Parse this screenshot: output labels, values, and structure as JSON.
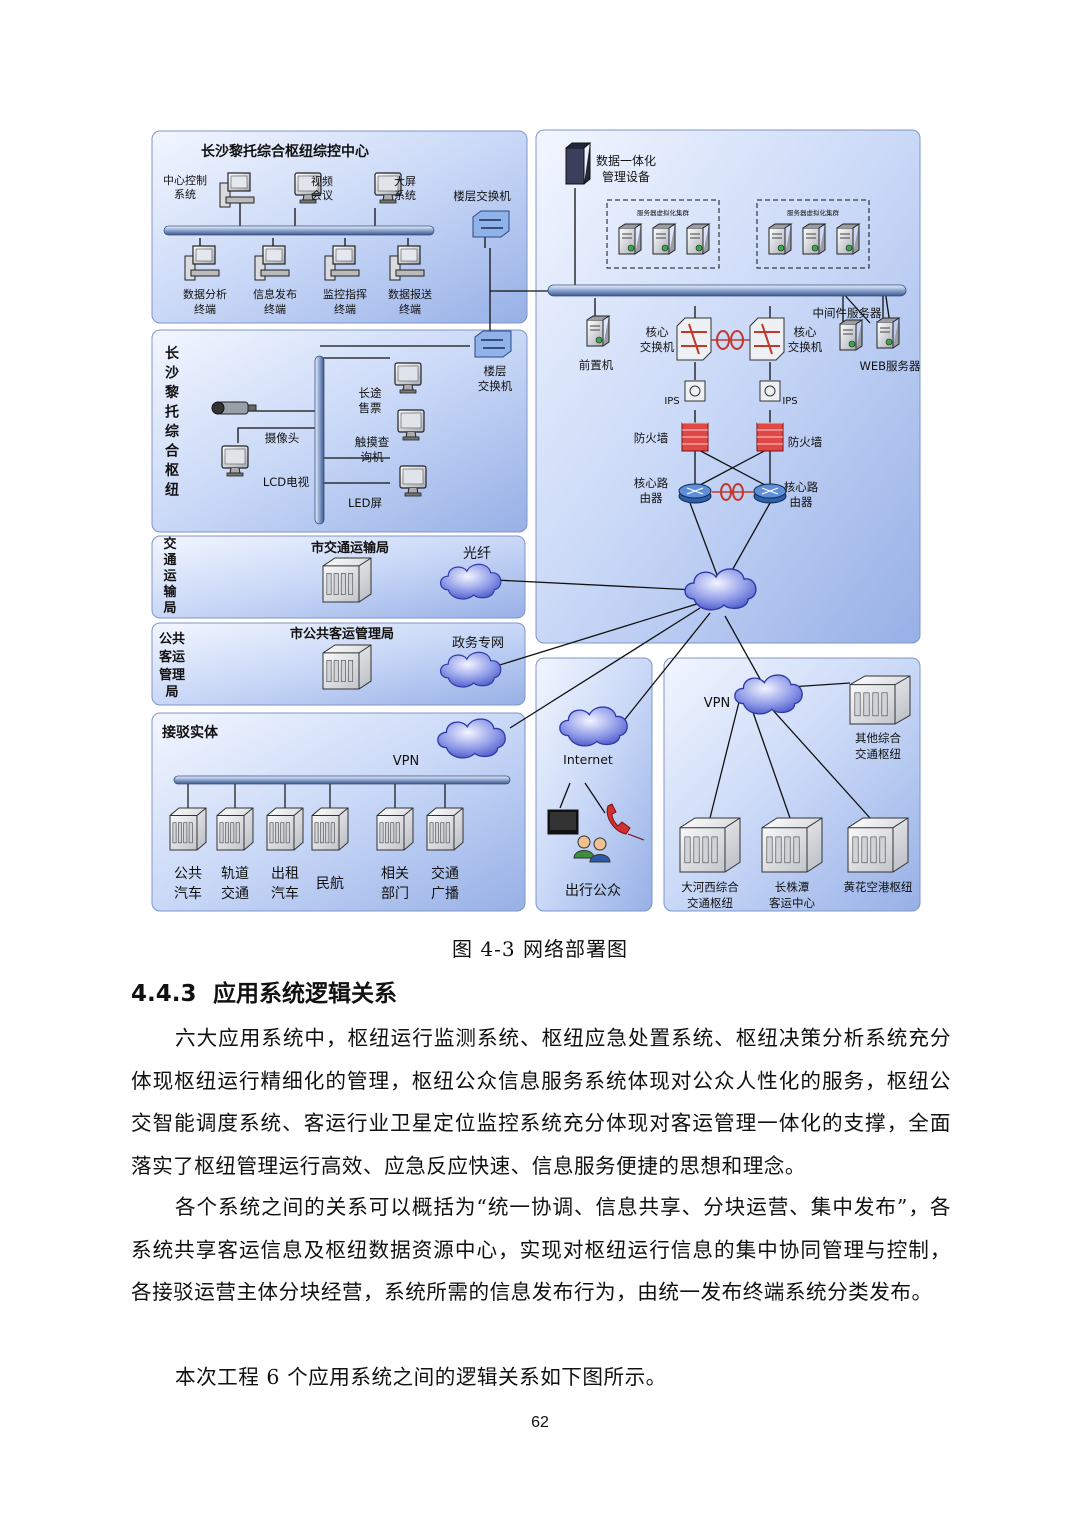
{
  "figure": {
    "caption": "图 4-3 网络部署图",
    "panels": {
      "control_center": {
        "title": "长沙黎托综合枢纽综控中心",
        "top_devices": [
          "中心控制\n系统",
          "视频\n会议",
          "大屏\n系统"
        ],
        "bottom_devices": [
          "数据分析\n终端",
          "信息发布\n终端",
          "监控指挥\n终端",
          "数据报送\n终端"
        ],
        "switch": "楼层交换机"
      },
      "hub": {
        "title": "长沙黎托综合枢纽",
        "switch": "楼层\n交换机",
        "devices": [
          "长途\n售票",
          "触摸查\n询机",
          "LED屏",
          "摄像头",
          "LCD电视"
        ]
      },
      "transport_bureau": {
        "title": "交通运输局",
        "label": "市交通运输局",
        "cloud": "光纤"
      },
      "passenger_bureau": {
        "title": "公共客运管理局",
        "label": "市公共客运管理局",
        "cloud": "政务专网"
      },
      "connect": {
        "title": "接驳实体",
        "cloud": "VPN",
        "entities": [
          "公共\n汽车",
          "轨道\n交通",
          "出租\n汽车",
          "民航",
          "相关\n部门",
          "交通\n广播"
        ]
      },
      "datacenter": {
        "storage": "数据一体化\n管理设备",
        "cluster_label": "服务器虚拟化集群",
        "front_server": "前置机",
        "core_switch": "核心\n交换机",
        "ips": "IPS",
        "firewall": "防火墙",
        "router": "核心路\n由器",
        "middleware": "中间件服务器",
        "web": "WEB服务器"
      },
      "public": {
        "cloud": "Internet",
        "label": "出行公众"
      },
      "other_hubs": {
        "cloud": "VPN",
        "other": "其他综合\n交通枢纽",
        "hubs": [
          "大河西综合\n交通枢纽",
          "长株潭\n客运中心",
          "黄花空港枢纽"
        ]
      }
    }
  },
  "section": {
    "number": "4.4.3",
    "title": "应用系统逻辑关系"
  },
  "paragraphs": [
    "六大应用系统中，枢纽运行监测系统、枢纽应急处置系统、枢纽决策分析系统充分体现枢纽运行精细化的管理，枢纽公众信息服务系统体现对公众人性化的服务，枢纽公交智能调度系统、客运行业卫星定位监控系统充分体现对客运管理一体化的支撑，全面落实了枢纽管理运行高效、应急反应快速、信息服务便捷的思想和理念。",
    "各个系统之间的关系可以概括为“统一协调、信息共享、分块运营、集中发布”，各系统共享客运信息及枢纽数据资源中心，实现对枢纽运行信息的集中协同管理与控制，各接驳运营主体分块经营，系统所需的信息发布行为，由统一发布终端系统分类发布。",
    "本次工程 6 个应用系统之间的逻辑关系如下图所示。"
  ],
  "page_number": "62"
}
